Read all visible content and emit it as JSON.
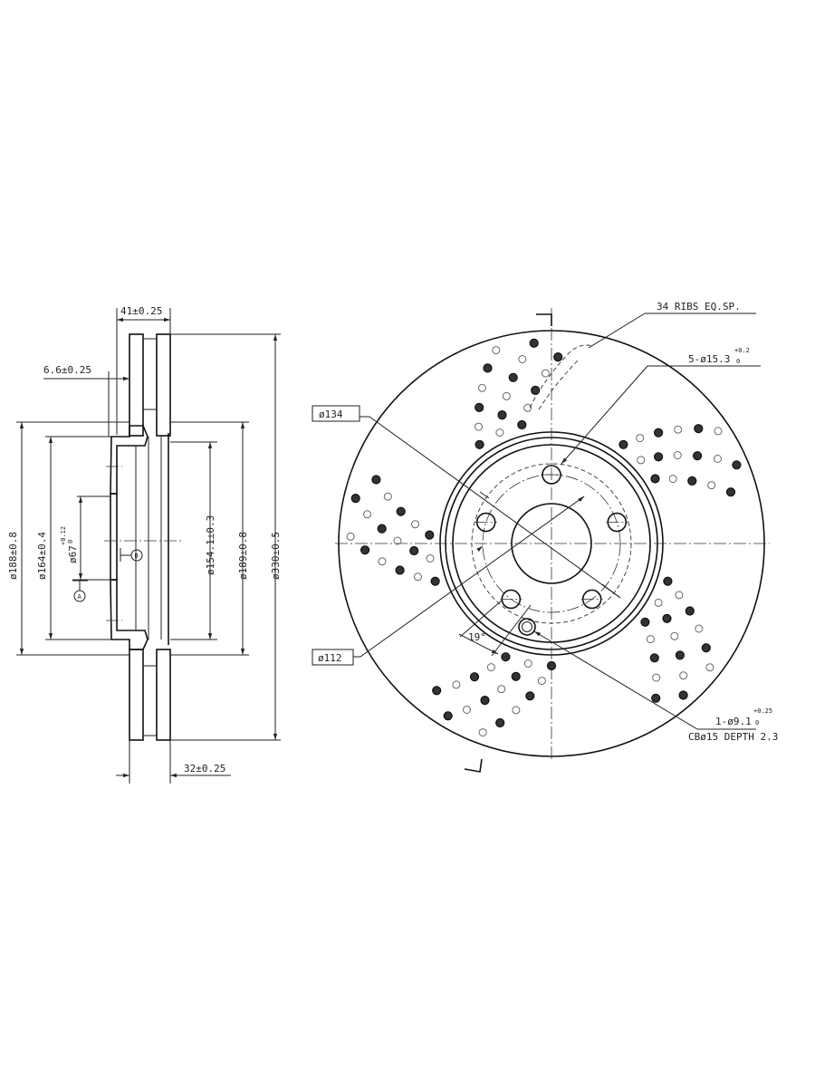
{
  "side_view": {
    "dim_width_total": "41±0.25",
    "dim_hat_thickness": "6.6±0.25",
    "dim_d188": "ø188±0.8",
    "dim_d164": "ø164±0.4",
    "dim_d67": "ø67",
    "dim_d67_tol_upper": "+0.12",
    "dim_d67_tol_lower": "0",
    "datum_a": "A",
    "datum_b": "B",
    "dim_d154": "ø154.1±0.3",
    "dim_d189": "ø189±0.8",
    "dim_d330": "ø330±0.5",
    "dim_width_disc": "32±0.25"
  },
  "front_view": {
    "ribs_note": "34 RIBS EQ.SP.",
    "bolt_holes_note": "5-ø15.3",
    "bolt_holes_tol_upper": "+0.2",
    "bolt_holes_tol_lower": "0",
    "dim_d134": "ø134",
    "dim_d112": "ø112",
    "angle": "19°",
    "locator_hole_note": "1-ø9.1",
    "locator_tol_upper": "+0.25",
    "locator_tol_lower": "0",
    "counterbore_note": "CBø15 DEPTH 2.3",
    "bolt_count": 5,
    "ink_color": "#222222"
  }
}
